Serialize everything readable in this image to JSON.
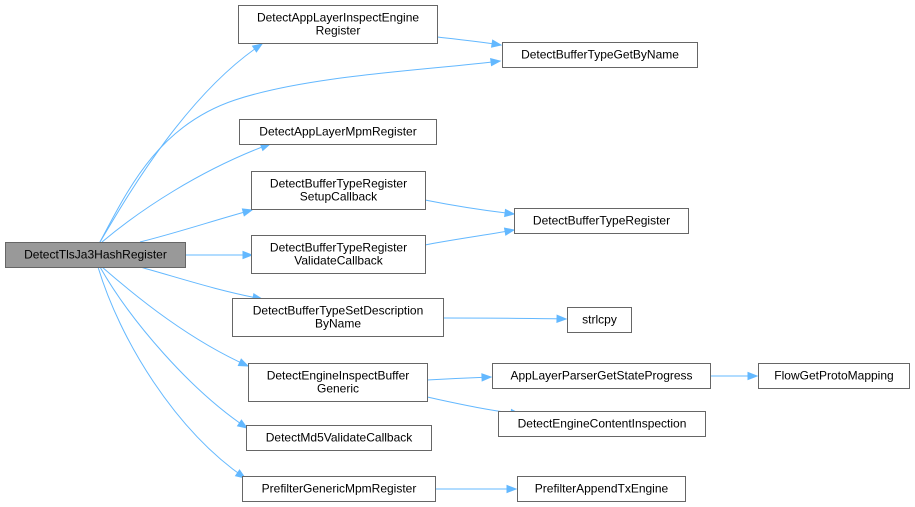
{
  "graph": {
    "nodes": {
      "root": [
        "DetectTlsJa3HashRegister"
      ],
      "inspect_engine": [
        "DetectAppLayerInspectEngine",
        "Register"
      ],
      "buffer_type_get": [
        "DetectBufferTypeGetByName"
      ],
      "mpm_register": [
        "DetectAppLayerMpmRegister"
      ],
      "setup_callback": [
        "DetectBufferTypeRegister",
        "SetupCallback"
      ],
      "buffer_type_register": [
        "DetectBufferTypeRegister"
      ],
      "validate_callback": [
        "DetectBufferTypeRegister",
        "ValidateCallback"
      ],
      "set_description": [
        "DetectBufferTypeSetDescription",
        "ByName"
      ],
      "strlcpy": [
        "strlcpy"
      ],
      "inspect_buffer": [
        "DetectEngineInspectBuffer",
        "Generic"
      ],
      "get_state_progress": [
        "AppLayerParserGetStateProgress"
      ],
      "proto_mapping": [
        "FlowGetProtoMapping"
      ],
      "content_inspection": [
        "DetectEngineContentInspection"
      ],
      "md5_validate": [
        "DetectMd5ValidateCallback"
      ],
      "prefilter_mpm": [
        "PrefilterGenericMpmRegister"
      ],
      "append_tx": [
        "PrefilterAppendTxEngine"
      ]
    },
    "edges": [
      [
        "root",
        "inspect_engine"
      ],
      [
        "root",
        "buffer_type_get"
      ],
      [
        "root",
        "mpm_register"
      ],
      [
        "root",
        "setup_callback"
      ],
      [
        "root",
        "validate_callback"
      ],
      [
        "root",
        "set_description"
      ],
      [
        "root",
        "inspect_buffer"
      ],
      [
        "root",
        "md5_validate"
      ],
      [
        "root",
        "prefilter_mpm"
      ],
      [
        "inspect_engine",
        "buffer_type_get"
      ],
      [
        "setup_callback",
        "buffer_type_register"
      ],
      [
        "validate_callback",
        "buffer_type_register"
      ],
      [
        "set_description",
        "strlcpy"
      ],
      [
        "inspect_buffer",
        "get_state_progress"
      ],
      [
        "inspect_buffer",
        "content_inspection"
      ],
      [
        "get_state_progress",
        "proto_mapping"
      ],
      [
        "prefilter_mpm",
        "append_tx"
      ]
    ]
  },
  "colors": {
    "edge": "#63b8ff",
    "node_border": "#666666",
    "root_fill": "#999999",
    "node_fill": "#ffffff"
  }
}
